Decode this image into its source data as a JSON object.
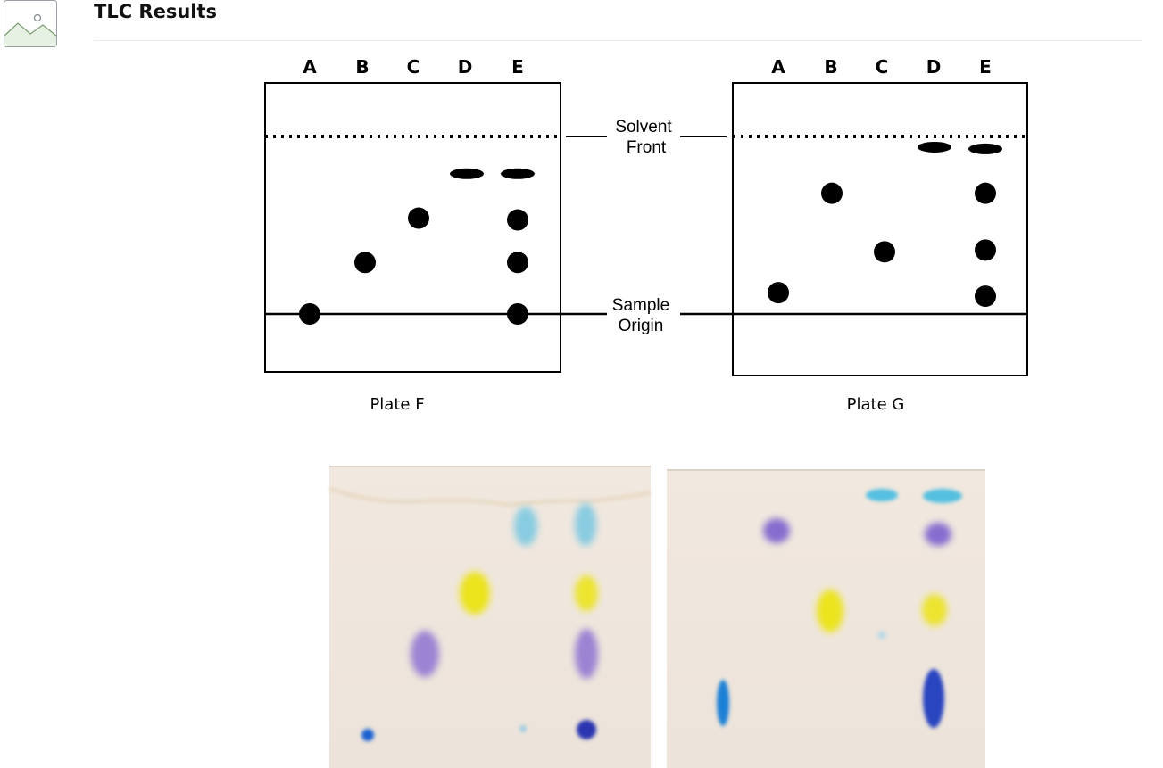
{
  "header": {
    "title": "TLC Results",
    "thumbnail_icon": "image-placeholder-icon"
  },
  "diagram": {
    "lane_labels": [
      "A",
      "B",
      "C",
      "D",
      "E"
    ],
    "solvent_front_label": [
      "Solvent",
      "Front"
    ],
    "sample_origin_label": [
      "Sample",
      "Origin"
    ],
    "plates": [
      {
        "name": "Plate F",
        "spots": [
          {
            "lane": "A",
            "rf": 0.0,
            "shape": "dot"
          },
          {
            "lane": "B",
            "rf": 0.29,
            "shape": "dot"
          },
          {
            "lane": "C",
            "rf": 0.54,
            "shape": "dot"
          },
          {
            "lane": "D",
            "rf": 0.79,
            "shape": "streak"
          },
          {
            "lane": "E",
            "rf": 0.0,
            "shape": "dot"
          },
          {
            "lane": "E",
            "rf": 0.29,
            "shape": "dot"
          },
          {
            "lane": "E",
            "rf": 0.53,
            "shape": "dot"
          },
          {
            "lane": "E",
            "rf": 0.79,
            "shape": "streak"
          }
        ]
      },
      {
        "name": "Plate G",
        "spots": [
          {
            "lane": "A",
            "rf": 0.12,
            "shape": "dot"
          },
          {
            "lane": "B",
            "rf": 0.68,
            "shape": "dot"
          },
          {
            "lane": "C",
            "rf": 0.35,
            "shape": "dot"
          },
          {
            "lane": "D",
            "rf": 0.94,
            "shape": "streak"
          },
          {
            "lane": "E",
            "rf": 0.1,
            "shape": "dot"
          },
          {
            "lane": "E",
            "rf": 0.36,
            "shape": "dot"
          },
          {
            "lane": "E",
            "rf": 0.68,
            "shape": "dot"
          },
          {
            "lane": "E",
            "rf": 0.93,
            "shape": "streak"
          }
        ]
      }
    ]
  },
  "photos": {
    "paper_color": "#eee5dc",
    "colors": {
      "cyan": "#5fc0e0",
      "yellow": "#e9e21a",
      "purple": "#8a6fd0",
      "blue": "#1a6ad8",
      "navy": "#2a3cb8"
    }
  }
}
